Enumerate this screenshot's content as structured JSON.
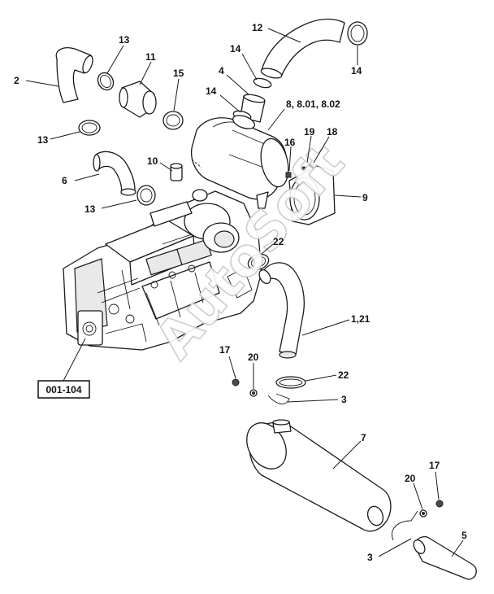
{
  "watermark": "AutoSoft",
  "reference_box": "001-104",
  "callouts": {
    "c1": "12",
    "c2": "14",
    "c3": "13",
    "c4": "11",
    "c5": "2",
    "c6": "14",
    "c7": "15",
    "c8": "4",
    "c9": "14",
    "c10": "8, 8.01, 8.02",
    "c11": "13",
    "c12": "19",
    "c13": "18",
    "c14": "16",
    "c15": "10",
    "c16": "6",
    "c17": "9",
    "c18": "13",
    "c19": "22",
    "c20": "1,21",
    "c21": "17",
    "c22": "20",
    "c23": "22",
    "c24": "3",
    "c25": "7",
    "c26": "17",
    "c27": "20",
    "c28": "5",
    "c29": "3"
  }
}
